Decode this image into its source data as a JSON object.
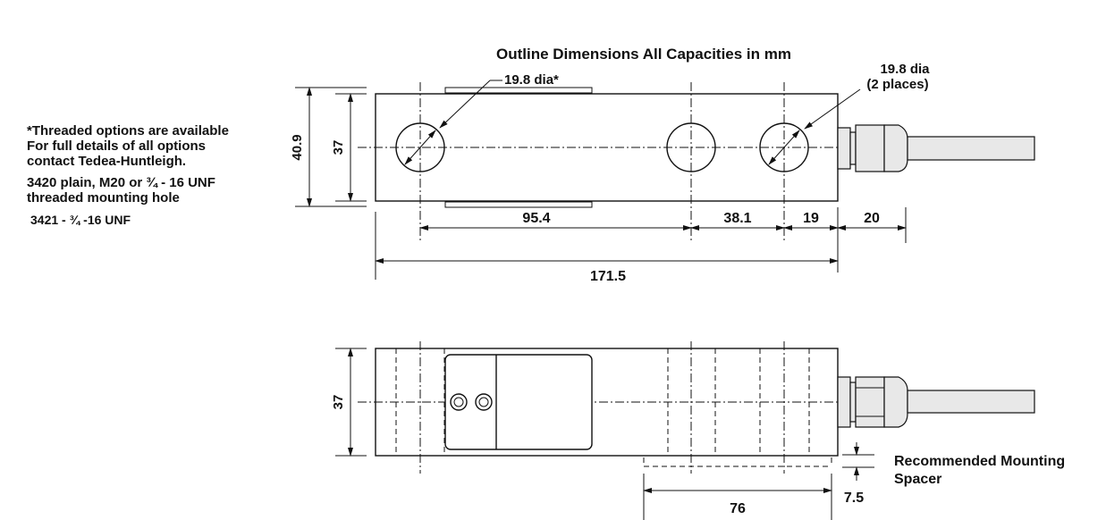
{
  "title": "Outline Dimensions All Capacities in mm",
  "notes": {
    "line1": "*Threaded options are available",
    "line2": "For full details of all options",
    "line3": "contact Tedea-Huntleigh.",
    "model_3420_line1": "3420 plain, M20 or ¾ - 16 UNF",
    "model_3420_line2": "threaded mounting hole",
    "model_3421": "3421 - ¾ -16 UNF"
  },
  "top_view": {
    "hole_left_label": "19.8 dia*",
    "hole_right_label_1": "19.8 dia",
    "hole_right_label_2": "(2 places)",
    "height_outer": "40.9",
    "height_inner": "37",
    "dim_95": "95.4",
    "dim_38": "38.1",
    "dim_19": "19",
    "dim_20": "20",
    "dim_total": "171.5"
  },
  "side_view": {
    "height": "37",
    "spacer_label_1": "Recommended Mounting",
    "spacer_label_2": "Spacer",
    "spacer_thickness": "7.5",
    "spacer_length": "76"
  }
}
